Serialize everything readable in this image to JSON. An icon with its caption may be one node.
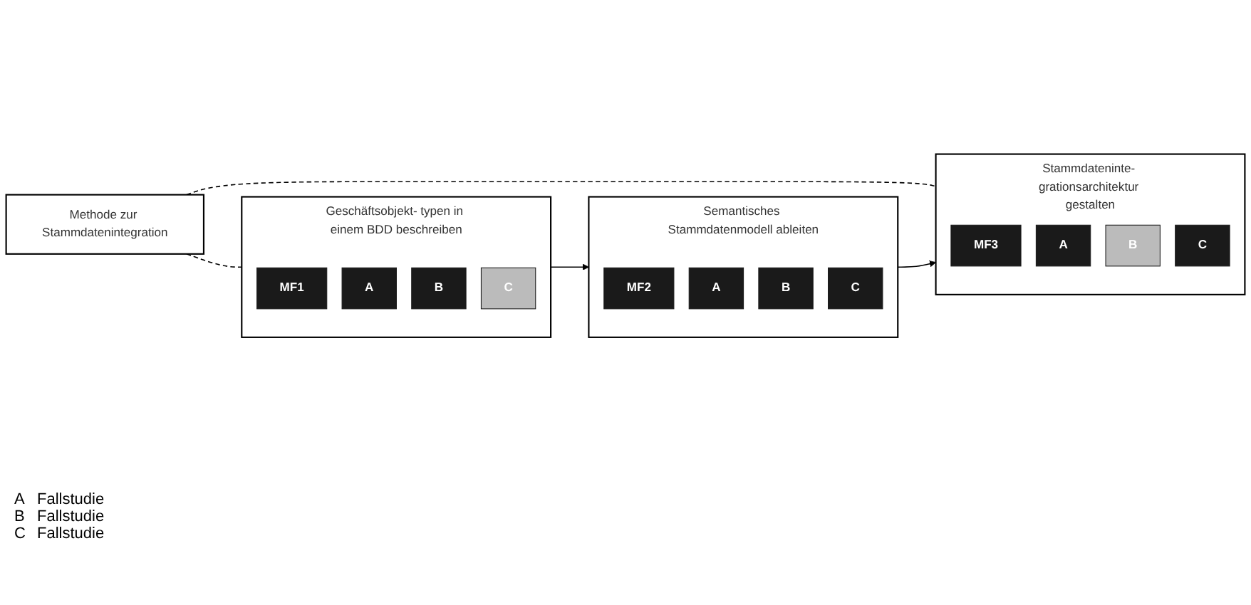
{
  "diagram": {
    "nodes": [
      {
        "text": [
          "Methode zur Stammdatenintegration"
        ]
      },
      {
        "text": [
          "Geschäftsobjekt- typen in einem BDD beschreiben"
        ]
      },
      {
        "text": [
          "MF1"
        ],
        "in": 1
      },
      {
        "text": [
          "A"
        ],
        "in": 1
      },
      {
        "text": [
          "B"
        ],
        "in": 1
      },
      {
        "text": [
          "C"
        ],
        "in": 1
      },
      {
        "text": [
          "Semantisches Stammdatenmodell ableiten"
        ]
      },
      {
        "text": [
          "MF2"
        ],
        "in": 6
      },
      {
        "text": [
          "A"
        ],
        "in": 6
      },
      {
        "text": [
          "B"
        ],
        "in": 6
      },
      {
        "text": [
          "C"
        ],
        "in": 6
      },
      {
        "text": [
          "Stammdateninte- grationsarchitektur gestalten"
        ]
      },
      {
        "text": [
          "MF3"
        ],
        "in": 11
      },
      {
        "text": [
          "A"
        ],
        "in": 11
      },
      {
        "text": [
          "B"
        ],
        "in": 11
      },
      {
        "text": [
          "C"
        ],
        "in": 11
      }
    ],
    "edges": [
      {
        "from": 0,
        "to": 1,
        "arrow": "none",
        "style": "dashed"
      },
      {
        "from": 0,
        "to": 11,
        "arrow": "none",
        "style": "dashed"
      },
      {
        "from": 1,
        "to": 6,
        "arrow": "to"
      },
      {
        "from": 6,
        "to": 11,
        "arrow": "to"
      }
    ],
    "labels": [
      "A",
      "Fallstudie",
      "B",
      "Fallstudie",
      "C",
      "Fallstudie"
    ]
  }
}
